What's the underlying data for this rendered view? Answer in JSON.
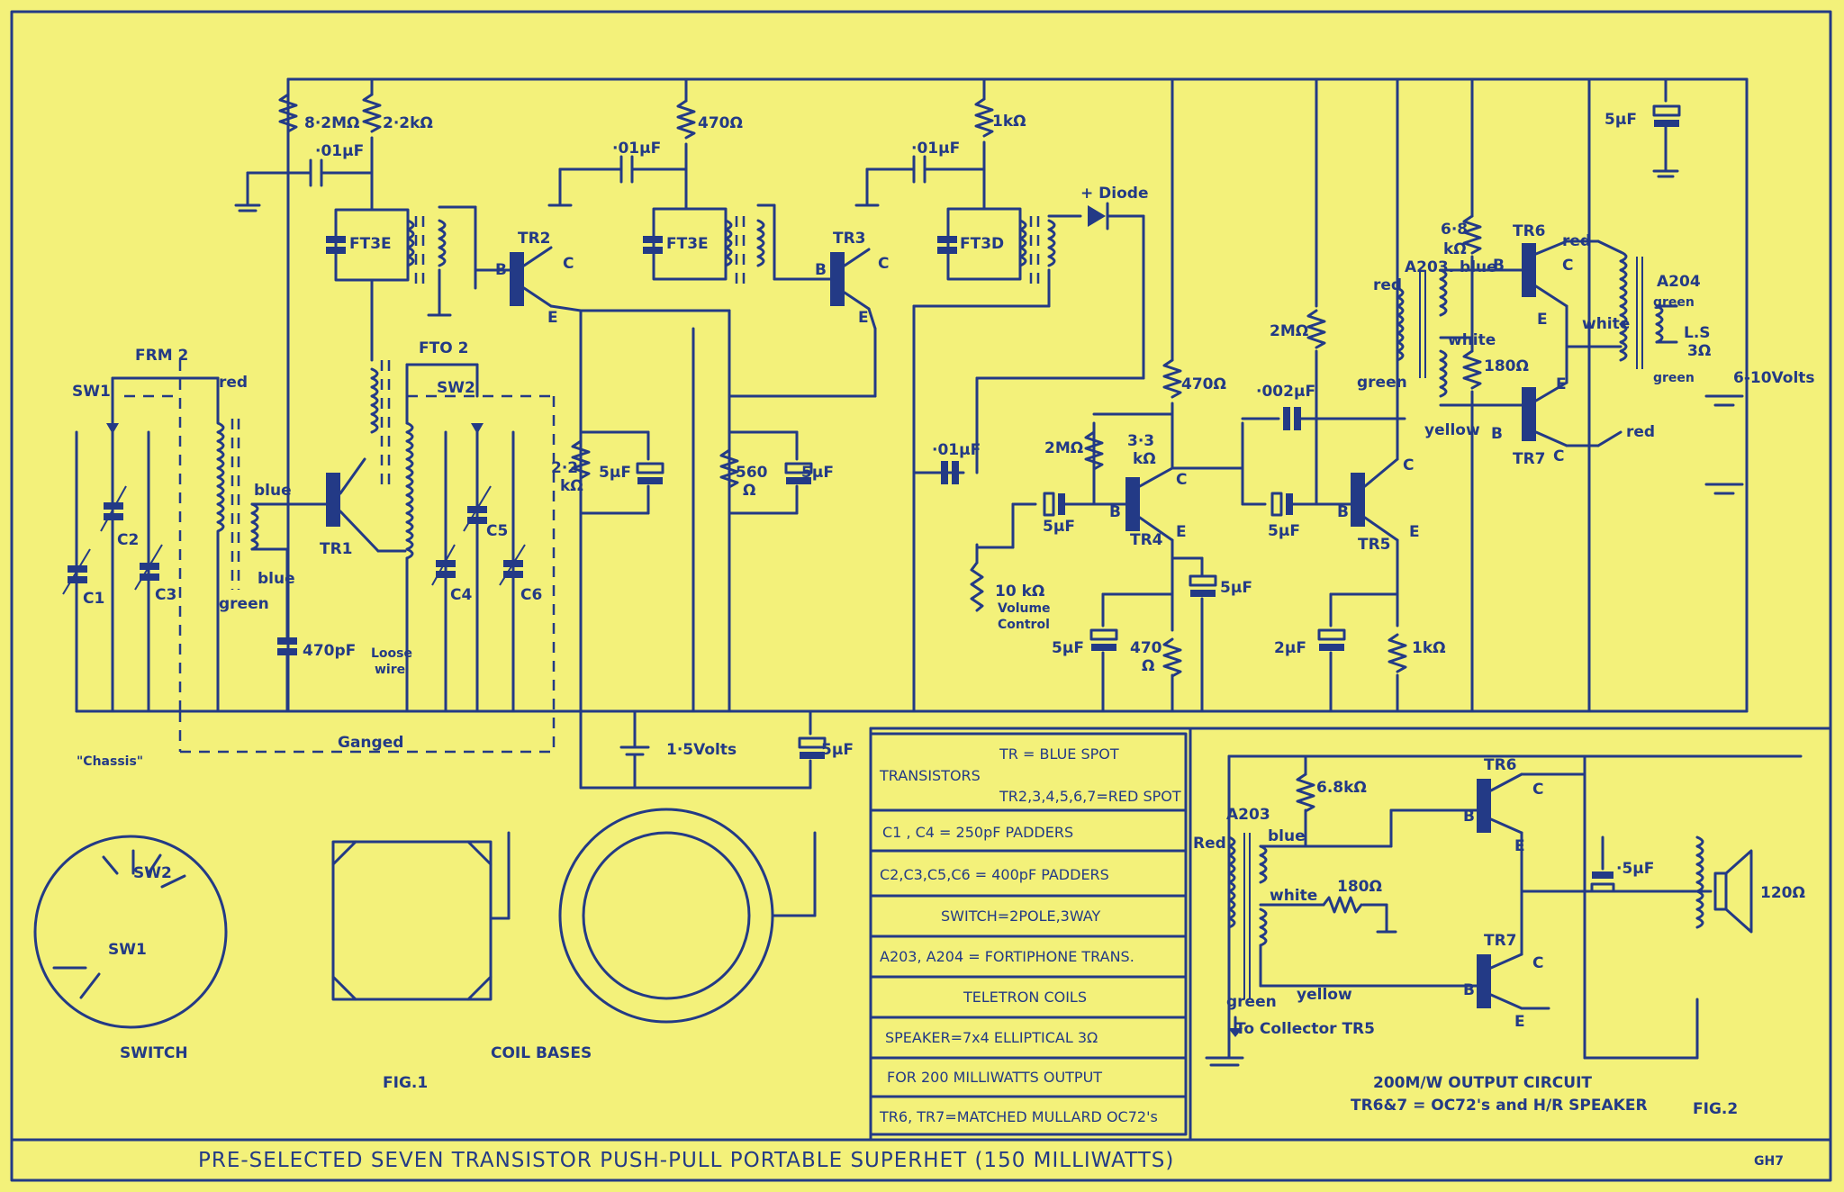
{
  "labels": {
    "r_82m": "8·2MΩ",
    "r_22k": "2·2kΩ",
    "c_01_1": "·01μF",
    "ft3e_1": "FT3E",
    "tr2": "TR2",
    "b_tr2": "B",
    "c_tr2": "C",
    "e_tr2": "E",
    "r_470": "470Ω",
    "c_01_2": "·01μF",
    "ft3e_2": "FT3E",
    "tr3": "TR3",
    "b_tr3": "B",
    "c_tr3": "C",
    "e_tr3": "E",
    "r_1k": "1kΩ",
    "c_01_3": "·01μF",
    "ft3d": "FT3D",
    "diode": "+ Diode",
    "c_5uf_top": "5μF",
    "frm2": "FRM 2",
    "fto2": "FTO 2",
    "sw1": "SW1",
    "sw2": "SW2",
    "red": "red",
    "blue1": "blue",
    "blue2": "blue",
    "green": "green",
    "tr1": "TR1",
    "c1": "C1",
    "c2": "C2",
    "c3": "C3",
    "c4": "C4",
    "c5": "C5",
    "c6": "C6",
    "c_470pf": "470pF",
    "loose": "Loose",
    "wire": "wire",
    "r_22k_2a": "2·2",
    "r_22k_2b": "kΩ",
    "c_5uf_2": "5μF",
    "r_560a": "560",
    "r_560b": "Ω",
    "c_5uf_3": "5μF",
    "c_01_4": "·01μF",
    "vol1": "10 kΩ",
    "vol2": "Volume",
    "vol3": "Control",
    "r_470_2": "470Ω",
    "r_2m_1": "2MΩ",
    "r_33k_a": "3·3",
    "r_33k_b": "kΩ",
    "c_5uf_4": "5μF",
    "tr4": "TR4",
    "b_tr4": "B",
    "c_tr4": "C",
    "e_tr4": "E",
    "c_5uf_5": "5μF",
    "c_5uf_6": "5μF",
    "r_470_3a": "470",
    "r_470_3b": "Ω",
    "r_2m_2": "2MΩ",
    "c_002": "·002μF",
    "c_5uf_7": "5μF",
    "tr5": "TR5",
    "b_tr5": "B",
    "c_tr5": "C",
    "e_tr5": "E",
    "c_2uf": "2μF",
    "r_1k_2": "1kΩ",
    "r_68k_a": "6·8",
    "r_68k_b": "kΩ",
    "a203": "A203. blue",
    "red2": "red",
    "white1": "white",
    "green2": "green",
    "yellow1": "yellow",
    "r_180": "180Ω",
    "tr6": "TR6",
    "b_tr6": "B",
    "c_tr6": "C",
    "e_tr6": "E",
    "tr7": "TR7",
    "b_tr7": "B",
    "c_tr7": "C",
    "e_tr7": "E",
    "red3": "red",
    "red4": "red",
    "white2": "white",
    "a204": "A204",
    "green3": "green",
    "green4": "green",
    "ls": "L.S",
    "ls3": "3Ω",
    "volts": "6-10Volts",
    "chassis": "\"Chassis\"",
    "ganged": "Ganged",
    "v15": "1·5Volts",
    "c_5uf_8": "5μF",
    "switch_lbl": "SWITCH",
    "sw2b": "SW2",
    "sw1b": "SW1",
    "coil_bases": "COIL BASES",
    "fig1": "FIG.1",
    "f2_red": "Red",
    "f2_a203": "A203",
    "f2_blue": "blue",
    "f2_68k": "6.8kΩ",
    "f2_white": "white",
    "f2_180": "180Ω",
    "f2_green": "green",
    "f2_yellow": "yellow",
    "f2_tocol": "To Collector TR5",
    "f2_tr6": "TR6",
    "f2_tr7": "TR7",
    "f2_b6": "B",
    "f2_c6": "C",
    "f2_e6": "E",
    "f2_b7": "B",
    "f2_c7": "C",
    "f2_e7": "E",
    "f2_5uf": "·5μF",
    "f2_120": "120Ω",
    "f2_cap1": "200M/W  OUTPUT CIRCUIT",
    "f2_cap2": "TR6&7 = OC72's and H/R SPEAKER",
    "fig2": "FIG.2"
  },
  "table": {
    "t1": "TRANSISTORS",
    "t1a": "TR  = BLUE SPOT",
    "t1b": "TR2,3,4,5,6,7=RED SPOT",
    "t2": "C1 , C4  =  250pF PADDERS",
    "t3": "C2,C3,C5,C6 = 400pF PADDERS",
    "t4": "SWITCH=2POLE,3WAY",
    "t5": "A203, A204 = FORTIPHONE TRANS.",
    "t6": "TELETRON COILS",
    "t7": "SPEAKER=7x4  ELLIPTICAL 3Ω",
    "t8": "FOR 200 MILLIWATTS  OUTPUT",
    "t9": "TR6, TR7=MATCHED MULLARD OC72's"
  },
  "footer": {
    "title": "PRE-SELECTED SEVEN TRANSISTOR PUSH-PULL PORTABLE SUPERHET    (150 MILLIWATTS)",
    "code": "GH7"
  }
}
